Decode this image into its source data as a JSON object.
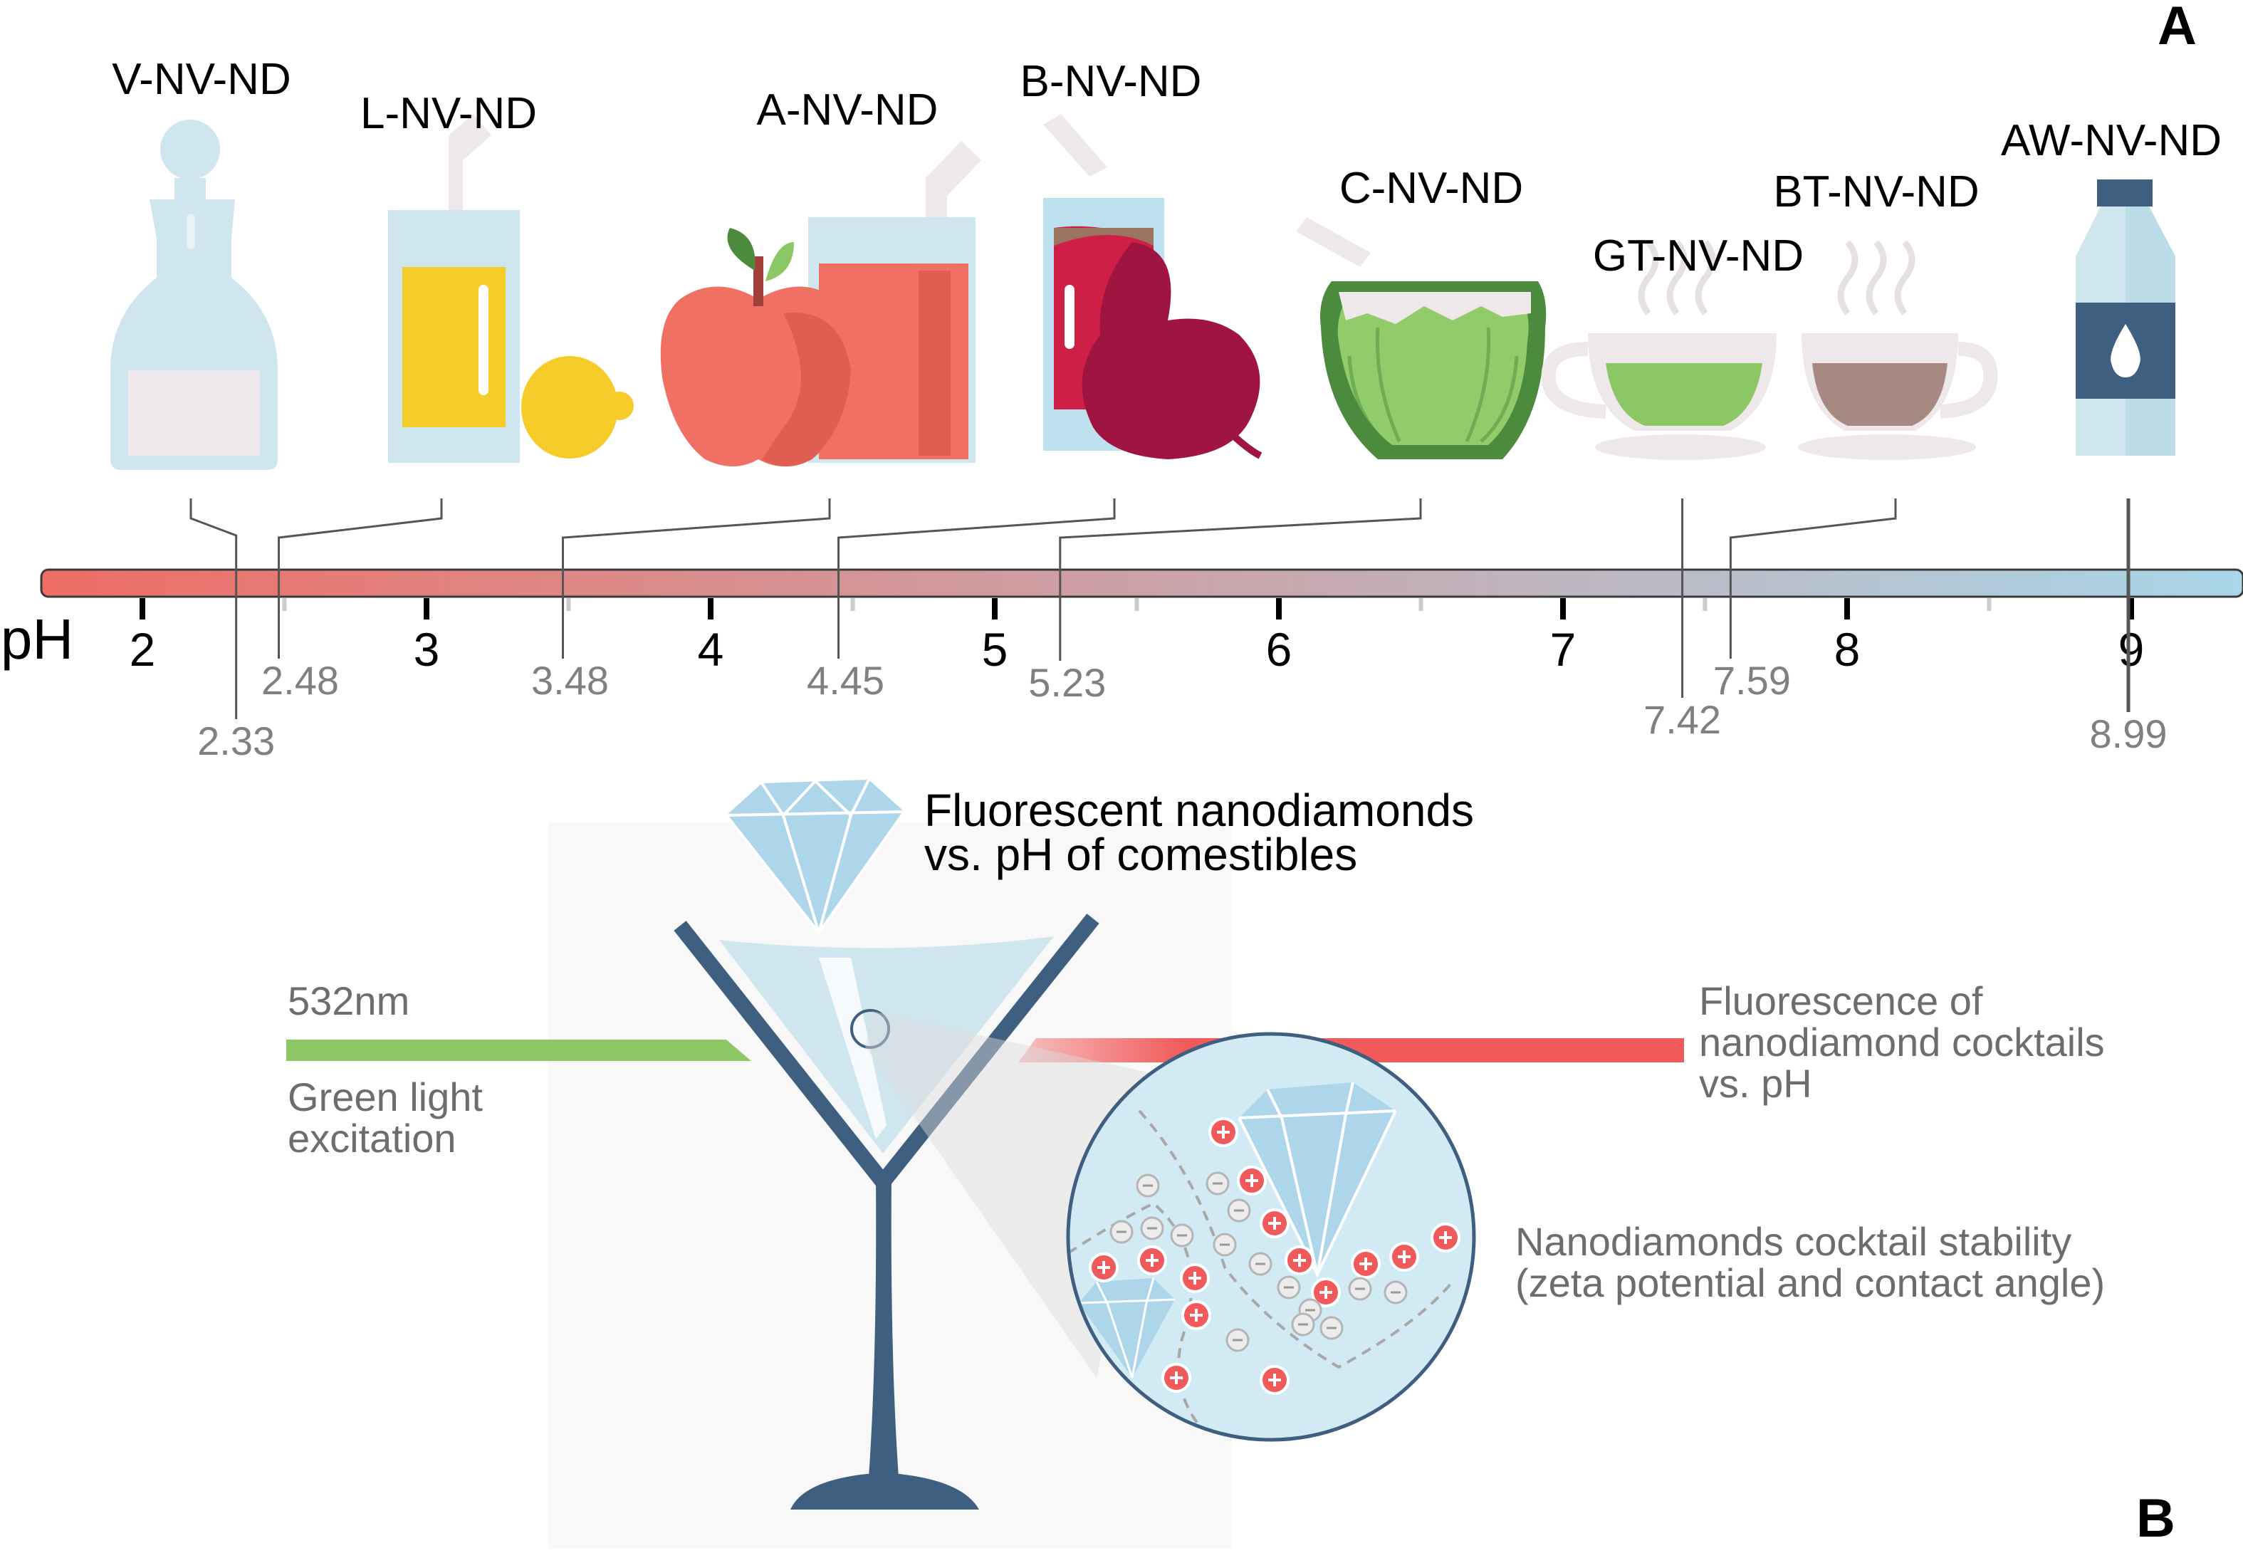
{
  "panels": {
    "a": "A",
    "b": "B"
  },
  "ph_axis": {
    "title": "pH",
    "ticks": [
      "2",
      "3",
      "4",
      "5",
      "6",
      "7",
      "8",
      "9"
    ],
    "gradient_start": "#ee6e66",
    "gradient_end": "#a9d6e8"
  },
  "samples": [
    {
      "label": "V-NV-ND",
      "ph": "2.33"
    },
    {
      "label": "L-NV-ND",
      "ph": "2.48"
    },
    {
      "label": "A-NV-ND",
      "ph": "3.48"
    },
    {
      "label": "B-NV-ND",
      "ph": "4.45"
    },
    {
      "label": "C-NV-ND",
      "ph": "5.23"
    },
    {
      "label": "GT-NV-ND",
      "ph": "7.42"
    },
    {
      "label": "BT-NV-ND",
      "ph": "7.59"
    },
    {
      "label": "AW-NV-ND",
      "ph": "8.99"
    }
  ],
  "panel_b": {
    "title_line1": "Fluorescent nanodiamonds",
    "title_line2": "vs. pH of comestibles",
    "laser": "532nm",
    "excitation_line1": "Green light",
    "excitation_line2": "excitation",
    "fluor_line1": "Fluorescence of",
    "fluor_line2": "nanodiamond cocktails",
    "fluor_line3": "vs. pH",
    "stability_line1": "Nanodiamonds cocktail stability",
    "stability_line2": "(zeta potential and contact angle)"
  },
  "colors": {
    "glass": "#3e5f7f",
    "excitation": "#8cc766",
    "fluorescence": "#f15a5a",
    "diamond": "#aed6ea"
  }
}
